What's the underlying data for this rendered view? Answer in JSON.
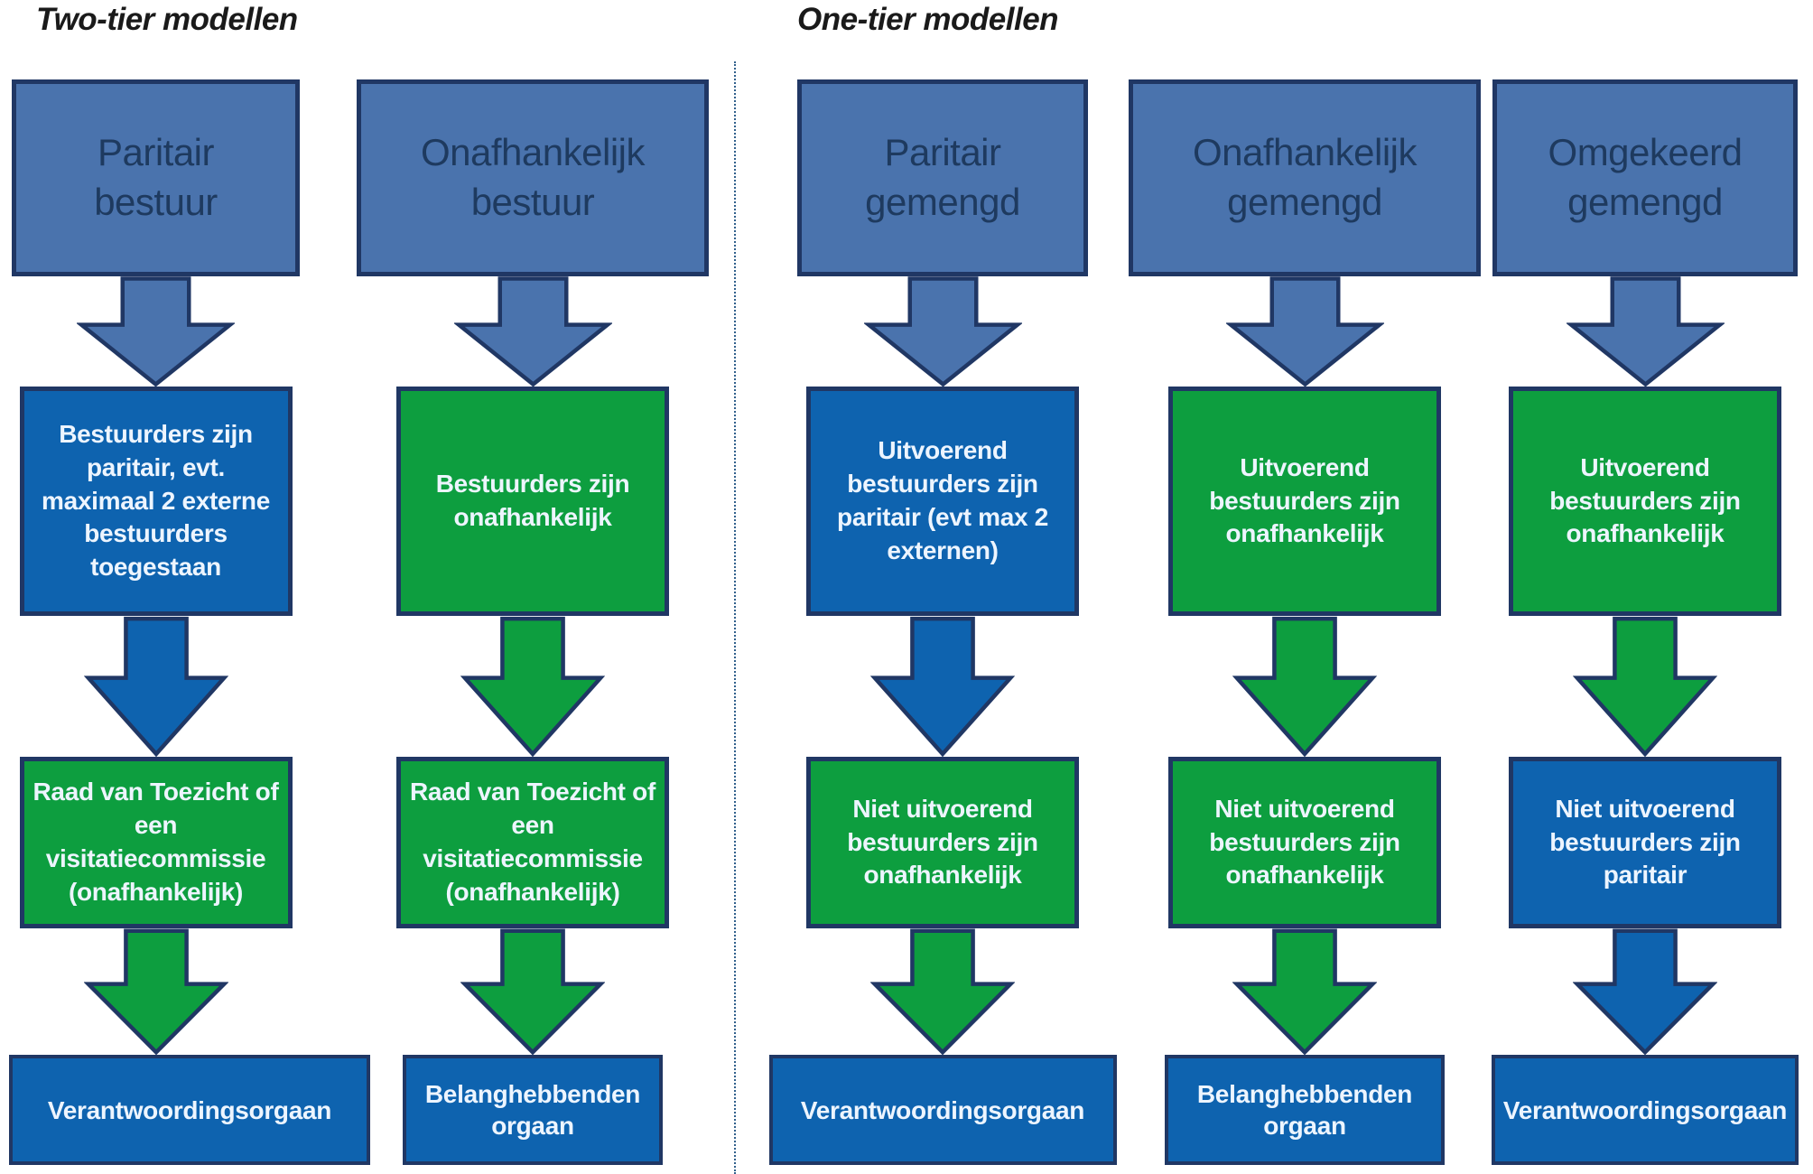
{
  "titles": {
    "left": "Two-tier modellen",
    "right": "One-tier modellen"
  },
  "colors": {
    "slate": "#4A73AD",
    "blue": "#0E63AF",
    "green": "#0D9E3F",
    "navy": "#203764",
    "divider": "#31608C",
    "header_text": "#1E3A5F",
    "light_text": "#EDF5FF",
    "title_text": "#1A1A1A"
  },
  "columns": [
    {
      "group": "two-tier",
      "header": "Paritair bestuur",
      "arrows": [
        "slate",
        "blue",
        "green"
      ],
      "boxes": [
        {
          "text": "Bestuurders zijn paritair, evt. maximaal 2 externe bestuurders toegestaan",
          "color": "blue"
        },
        {
          "text": "Raad van Toezicht of een visitatiecommissie (onafhankelijk)",
          "color": "green"
        },
        {
          "text": "Verantwoordingsorgaan",
          "color": "blue"
        }
      ]
    },
    {
      "group": "two-tier",
      "header": "Onafhankelijk bestuur",
      "arrows": [
        "slate",
        "green",
        "green"
      ],
      "boxes": [
        {
          "text": "Bestuurders zijn onafhankelijk",
          "color": "green"
        },
        {
          "text": "Raad van Toezicht of een visitatiecommissie (onafhankelijk)",
          "color": "green"
        },
        {
          "text": "Belanghebbenden orgaan",
          "color": "blue"
        }
      ]
    },
    {
      "group": "one-tier",
      "header": "Paritair gemengd",
      "arrows": [
        "slate",
        "blue",
        "green"
      ],
      "boxes": [
        {
          "text": "Uitvoerend bestuurders zijn paritair (evt max 2 externen)",
          "color": "blue"
        },
        {
          "text": "Niet uitvoerend bestuurders zijn onafhankelijk",
          "color": "green"
        },
        {
          "text": "Verantwoordingsorgaan",
          "color": "blue"
        }
      ]
    },
    {
      "group": "one-tier",
      "header": "Onafhankelijk gemengd",
      "arrows": [
        "slate",
        "green",
        "green"
      ],
      "boxes": [
        {
          "text": "Uitvoerend bestuurders zijn onafhankelijk",
          "color": "green"
        },
        {
          "text": "Niet uitvoerend bestuurders zijn onafhankelijk",
          "color": "green"
        },
        {
          "text": "Belanghebbenden orgaan",
          "color": "blue"
        }
      ]
    },
    {
      "group": "one-tier",
      "header": "Omgekeerd gemengd",
      "arrows": [
        "slate",
        "green",
        "blue"
      ],
      "boxes": [
        {
          "text": "Uitvoerend bestuurders zijn onafhankelijk",
          "color": "green"
        },
        {
          "text": "Niet uitvoerend bestuurders zijn paritair",
          "color": "blue"
        },
        {
          "text": "Verantwoordingsorgaan",
          "color": "blue"
        }
      ]
    }
  ]
}
